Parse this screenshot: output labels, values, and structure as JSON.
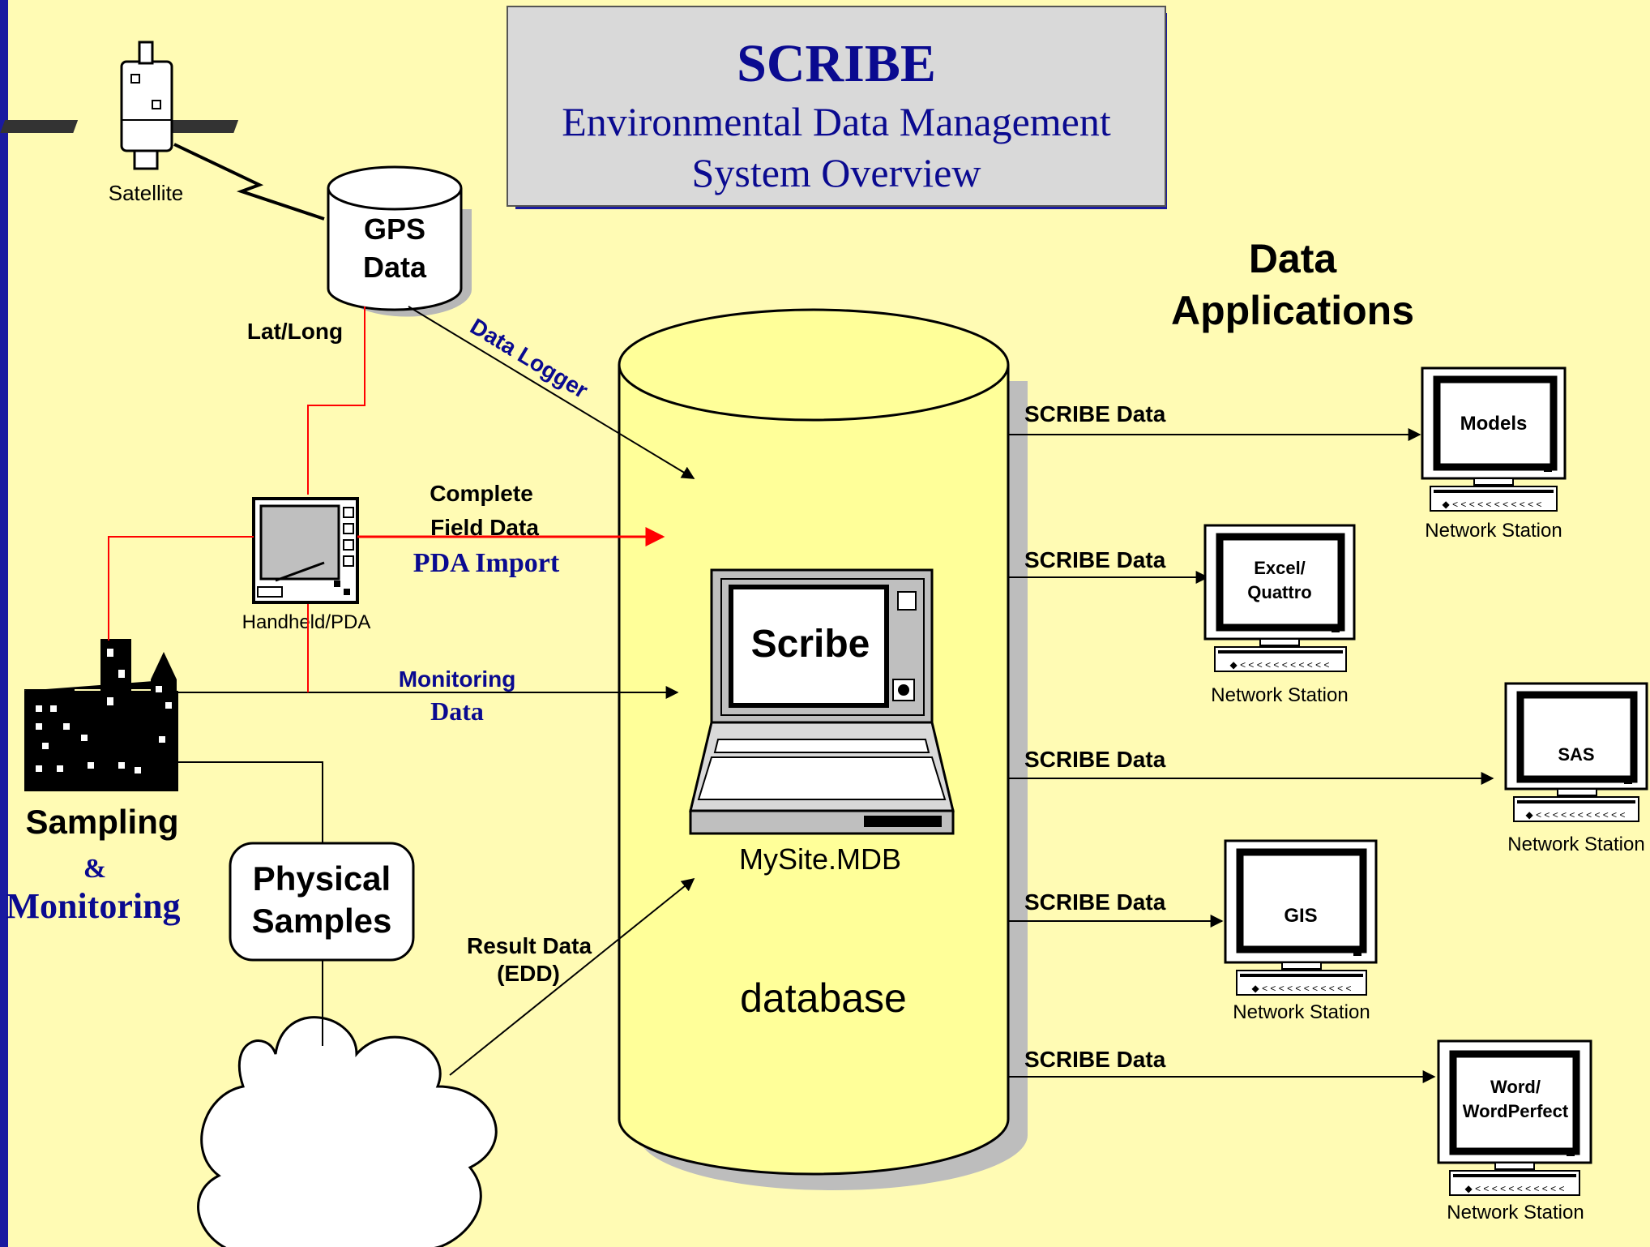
{
  "title_box": {
    "title": "SCRIBE",
    "subtitle_line1": "Environmental Data Management",
    "subtitle_line2": "System Overview"
  },
  "satellite": {
    "label": "Satellite"
  },
  "gps": {
    "line1": "GPS",
    "line2": "Data"
  },
  "edges": {
    "lat_long": "Lat/Long",
    "data_logger": "Data Logger",
    "complete_line1": "Complete",
    "complete_line2": "Field Data",
    "pda_import": "PDA Import",
    "monitoring_line1": "Monitoring",
    "monitoring_line2": "Data",
    "result_line1": "Result Data",
    "result_line2": "(EDD)"
  },
  "handheld": {
    "label": "Handheld/PDA"
  },
  "sampling": {
    "line1": "Sampling",
    "amp": "&",
    "line2": "Monitoring"
  },
  "physical": {
    "line1": "Physical",
    "line2": "Samples"
  },
  "database": {
    "laptop_label": "Scribe",
    "file_label": "MySite.MDB",
    "label": "database"
  },
  "data_apps": {
    "line1": "Data",
    "line2": "Applications"
  },
  "stations": [
    {
      "edge_label": "SCRIBE Data",
      "app": "Models",
      "caption": "Network Station"
    },
    {
      "edge_label": "SCRIBE Data",
      "app_line1": "Excel/",
      "app_line2": "Quattro",
      "caption": "Network Station"
    },
    {
      "edge_label": "SCRIBE Data",
      "app": "SAS",
      "caption": "Network Station"
    },
    {
      "edge_label": "SCRIBE Data",
      "app": "GIS",
      "caption": "Network Station"
    },
    {
      "edge_label": "SCRIBE Data",
      "app_line1": "Word/",
      "app_line2": "WordPerfect",
      "caption": "Network Station"
    }
  ],
  "colors": {
    "background": "#fffbb4",
    "left_bar": "#1a1aa0",
    "cylinder": "#ffff99",
    "navy_text": "#0a0a90",
    "red_line": "#ff0000"
  }
}
